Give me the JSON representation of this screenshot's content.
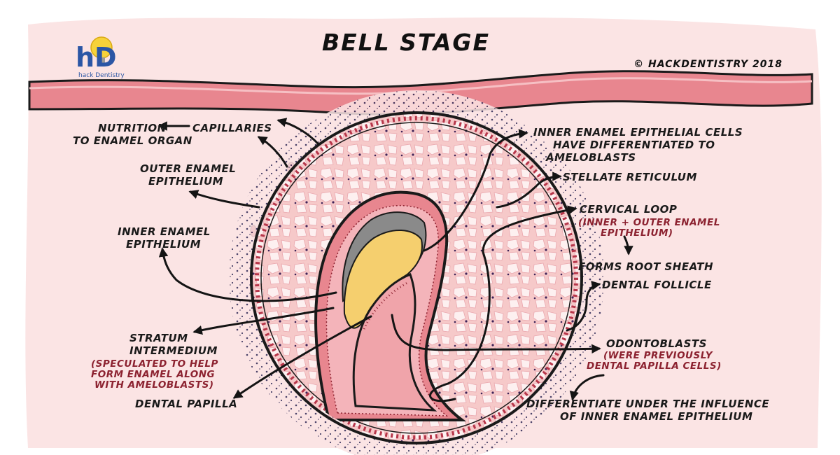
{
  "title": "BELL STAGE",
  "copyright": "© HACKDENTISTRY 2018",
  "logo": {
    "mark": "hD",
    "caption": "hack Dentistry"
  },
  "colors": {
    "background": "#fbe4e4",
    "gum_band": "#e8868f",
    "outline": "#1a1a1a",
    "ameloblast_layer": "#f5cf6e",
    "enamel_space": "#8a8a8a",
    "red_text": "#8c2230",
    "logo_bulb": "#f7d23a",
    "logo_text": "#2b56a5"
  },
  "labels": {
    "capillaries": "CAPILLARIES",
    "nutrition": [
      "NUTRITION",
      "TO ENAMEL ORGAN"
    ],
    "outer_enamel_epithelium": [
      "OUTER ENAMEL",
      "EPITHELIUM"
    ],
    "inner_enamel_epithelium": [
      "INNER ENAMEL",
      "EPITHELIUM"
    ],
    "stratum_intermedium": [
      "STRATUM",
      "INTERMEDIUM"
    ],
    "stratum_note": [
      "(SPECULATED TO HELP",
      "FORM ENAMEL ALONG",
      "WITH AMELOBLASTS)"
    ],
    "dental_papilla": "DENTAL PAPILLA",
    "ameloblasts": [
      "INNER ENAMEL EPITHELIAL CELLS",
      "HAVE DIFFERENTIATED TO",
      "AMELOBLASTS"
    ],
    "stellate_reticulum": "STELLATE RETICULUM",
    "cervical_loop": "CERVICAL LOOP",
    "cervical_note": [
      "(INNER + OUTER ENAMEL",
      "EPITHELIUM)"
    ],
    "forms_root_sheath": "FORMS ROOT SHEATH",
    "dental_follicle": "DENTAL FOLLICLE",
    "odontoblasts": "ODONTOBLASTS",
    "odontoblasts_note": [
      "(WERE PREVIOUSLY",
      "DENTAL PAPILLA CELLS)"
    ],
    "differentiate": [
      "DIFFERENTIATE UNDER THE INFLUENCE",
      "OF INNER ENAMEL EPITHELIUM"
    ]
  }
}
